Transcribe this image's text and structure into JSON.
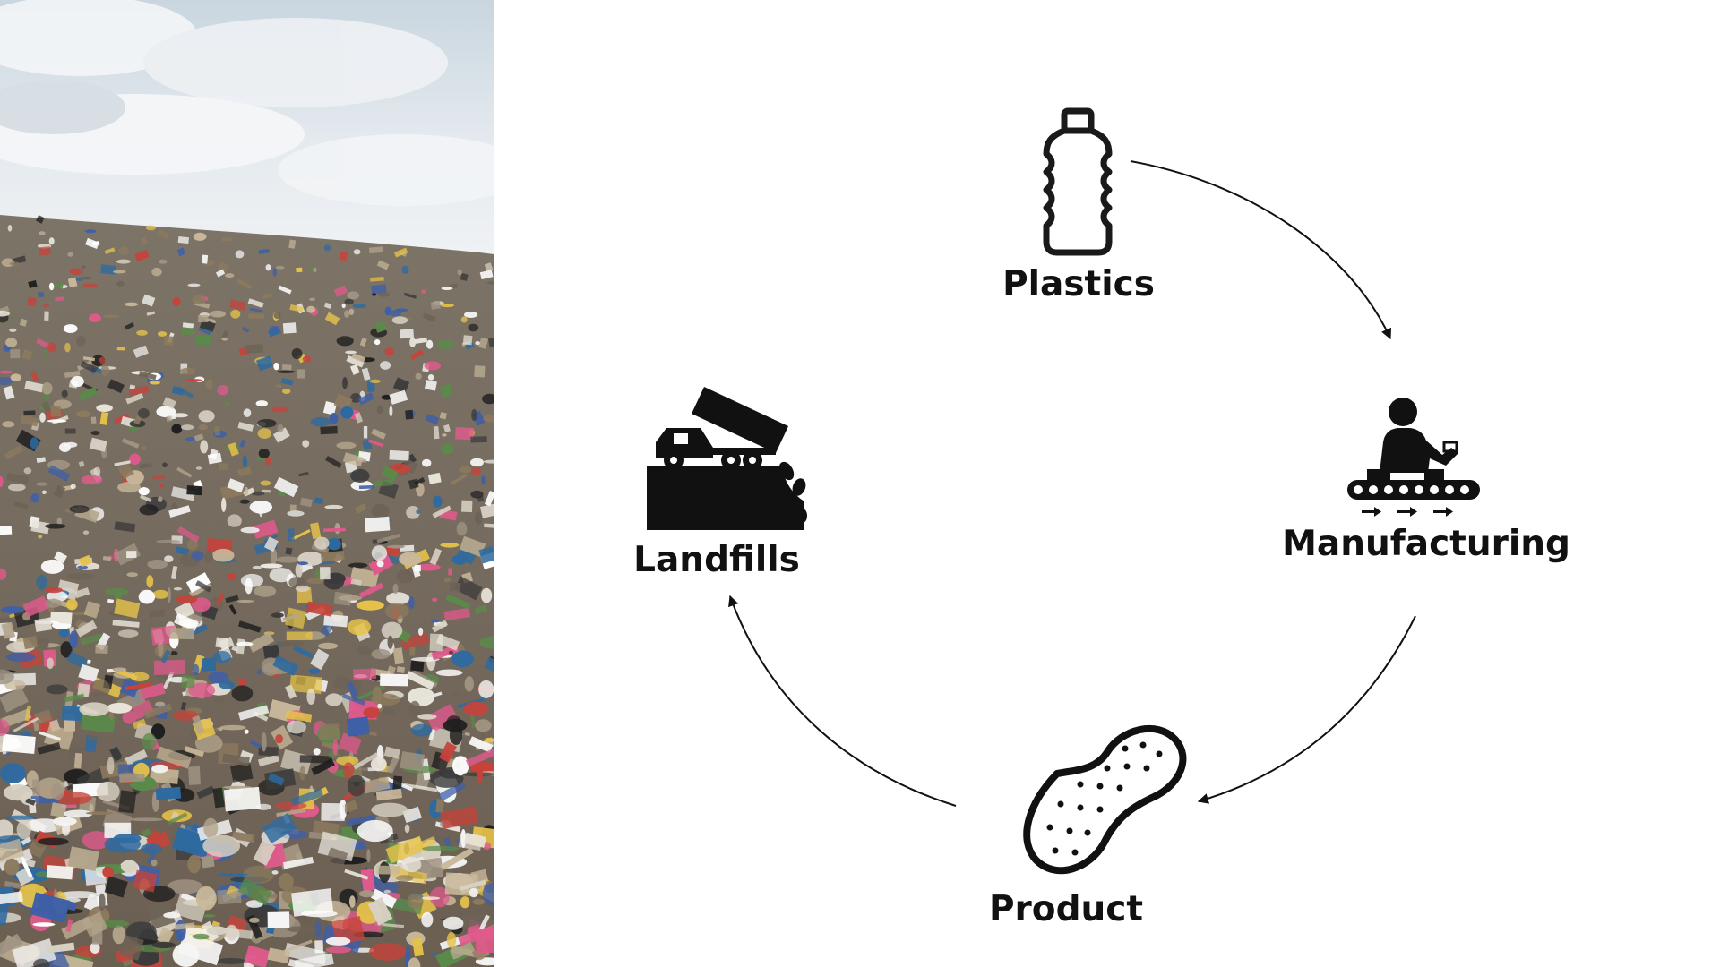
{
  "photo": {
    "subject": "landfill-with-plastic-waste",
    "sky_color": "#dfe6ea",
    "ground_color": "#8a7a66"
  },
  "cycle": {
    "direction": "clockwise",
    "nodes": [
      {
        "id": "plastics",
        "label": "Plastics",
        "icon": "plastic-bottle-icon"
      },
      {
        "id": "manufacturing",
        "label": "Manufacturing",
        "icon": "conveyor-worker-icon"
      },
      {
        "id": "product",
        "label": "Product",
        "icon": "sanitary-pad-icon"
      },
      {
        "id": "landfills",
        "label": "Landfills",
        "icon": "dump-truck-icon"
      }
    ]
  },
  "colors": {
    "icon": "#111111",
    "arrow": "#111111",
    "background": "#ffffff"
  }
}
